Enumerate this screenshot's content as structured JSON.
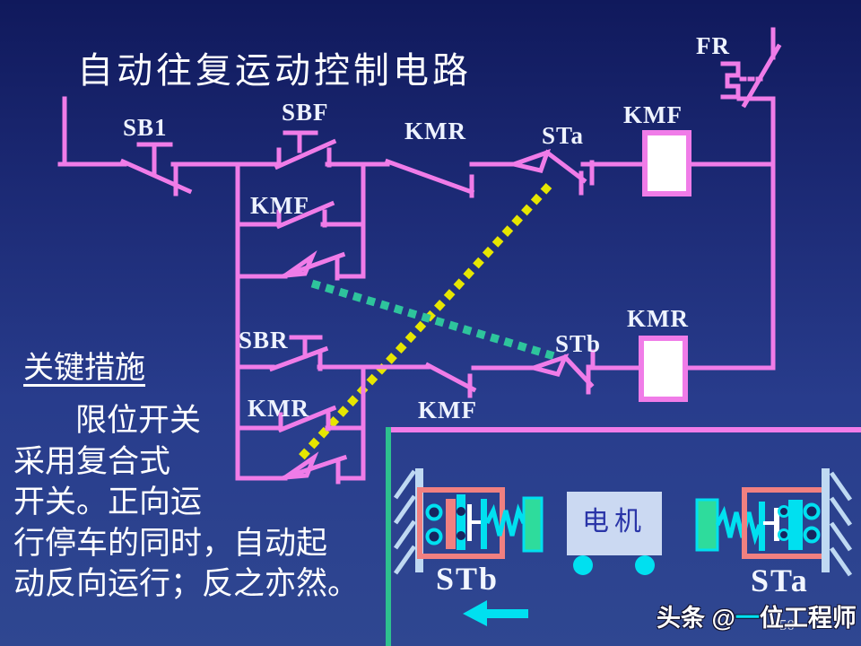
{
  "slide": {
    "title": "自动往复运动控制电路",
    "page_number": "50",
    "watermark": {
      "prefix": "头条 @",
      "dash": "一",
      "suffix": "位工程师"
    }
  },
  "circuit": {
    "labels": {
      "sb1": "SB1",
      "sbf": "SBF",
      "kmr_main": "KMR",
      "sta_main": "STa",
      "kmf_coil": "KMF",
      "fr": "FR",
      "kmf_hold": "KMF",
      "sbr": "SBR",
      "stb_main": "STb",
      "kmr_coil": "KMR",
      "kmr_hold": "KMR",
      "kmf_interlock": "KMF"
    },
    "colors": {
      "wire": "#F07CE8",
      "sta_link_dotted": "#E6E600",
      "stb_link_dotted": "#2EC49C",
      "rail_teal": "#2EC08E",
      "mech_cyan": "#00E0F0",
      "mech_green": "#2EDC9C",
      "mech_salmon": "#F08080",
      "wall_light": "#BFD9F2",
      "motor_fill": "#CBD9F2"
    }
  },
  "notes": {
    "heading": "关键措施",
    "lines": [
      "限位开关",
      "采用复合式",
      "开关。正向运",
      "行停车的同时，自动起",
      "动反向运行；反之亦然。"
    ]
  },
  "mechanism": {
    "motor_label": "电机",
    "left_switch_label": "STb",
    "right_switch_label": "STa"
  }
}
